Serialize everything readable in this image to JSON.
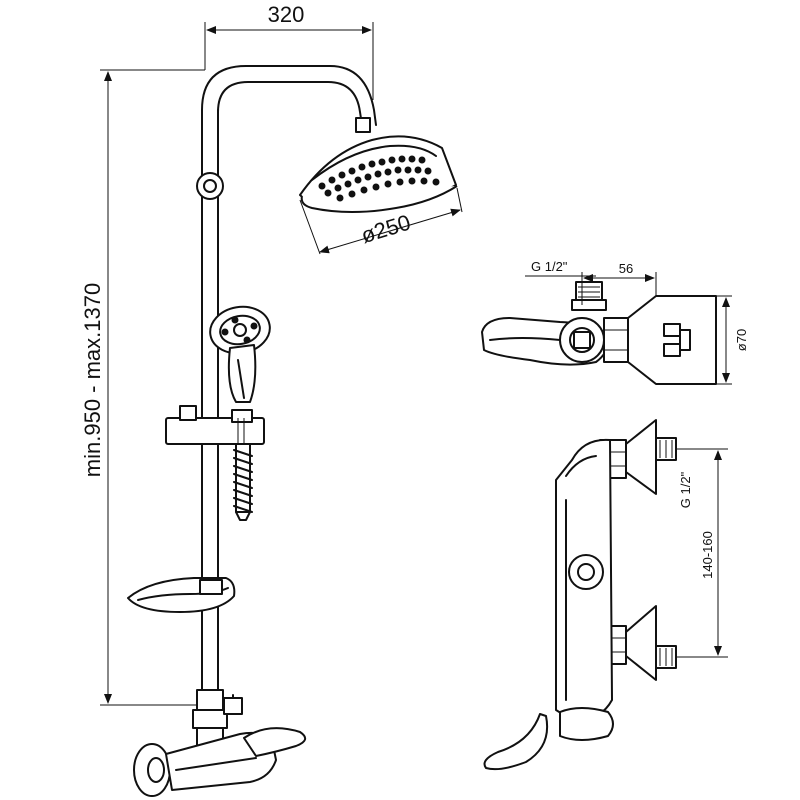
{
  "dimensions": {
    "arm_width": "320",
    "height_range": "min.950 - max.1370",
    "head_diameter": "ø250",
    "inlet_thread_top": "G 1/2\"",
    "offset_56": "56",
    "diameter_70": "ø70",
    "inlet_thread_side": "G 1/2\"",
    "inlet_spacing": "140-160"
  }
}
